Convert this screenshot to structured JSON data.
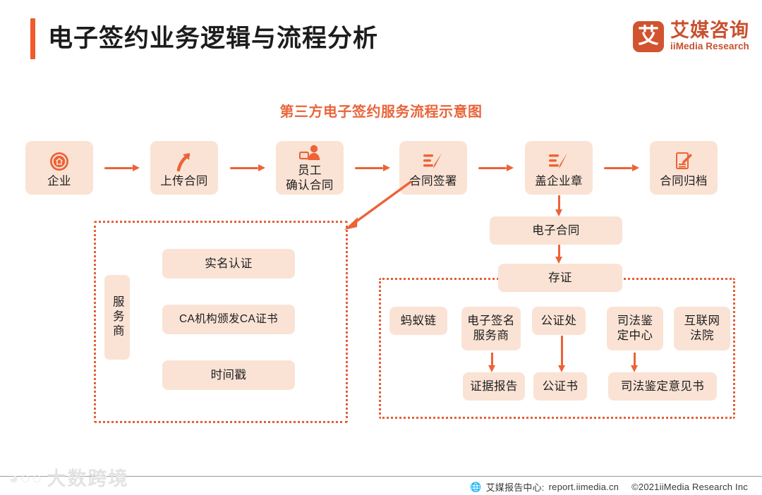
{
  "header": {
    "title": "电子签约业务逻辑与流程分析",
    "accent_color": "#F15A29",
    "logo": {
      "mark_glyph": "艾",
      "name_cn": "艾媒咨询",
      "name_en": "iiMedia Research",
      "color": "#C8502E"
    }
  },
  "subtitle": "第三方电子签约服务流程示意图",
  "palette": {
    "node_fill": "#FAE3D5",
    "arrow": "#EC6337",
    "dashed_border": "#E2603A",
    "text": "#1d1d1d"
  },
  "flow": {
    "steps": [
      {
        "label": "企业",
        "icon": "company-seal-icon"
      },
      {
        "label": "上传合同",
        "icon": "upload-arrow-icon"
      },
      {
        "label_line1": "员工",
        "label_line2": "确认合同",
        "icon": "employee-confirm-icon"
      },
      {
        "label": "合同签署",
        "icon": "signature-icon"
      },
      {
        "label": "盖企业章",
        "icon": "signature-icon"
      },
      {
        "label": "合同归档",
        "icon": "document-pen-icon"
      }
    ]
  },
  "provider_box": {
    "side_label": "服务商",
    "items": [
      {
        "label": "实名认证"
      },
      {
        "label": "CA机构颁发CA证书"
      },
      {
        "label": "时间戳"
      }
    ]
  },
  "evidence_chain": {
    "electronic_contract": "电子合同",
    "deposit": "存证",
    "providers": [
      {
        "label": "蚂蚁链"
      },
      {
        "label_line1": "电子签名",
        "label_line2": "服务商"
      },
      {
        "label": "公证处"
      },
      {
        "label_line1": "司法鉴",
        "label_line2": "定中心"
      },
      {
        "label_line1": "互联网",
        "label_line2": "法院"
      }
    ],
    "outputs": [
      {
        "label": "证据报告"
      },
      {
        "label": "公证书"
      },
      {
        "label": "司法鉴定意见书"
      }
    ]
  },
  "footer": {
    "source_label": "艾媒报告中心:",
    "url": "report.iimedia.cn",
    "copyright": "©2021iiMedia Research  Inc",
    "watermark": "大数跨境"
  }
}
